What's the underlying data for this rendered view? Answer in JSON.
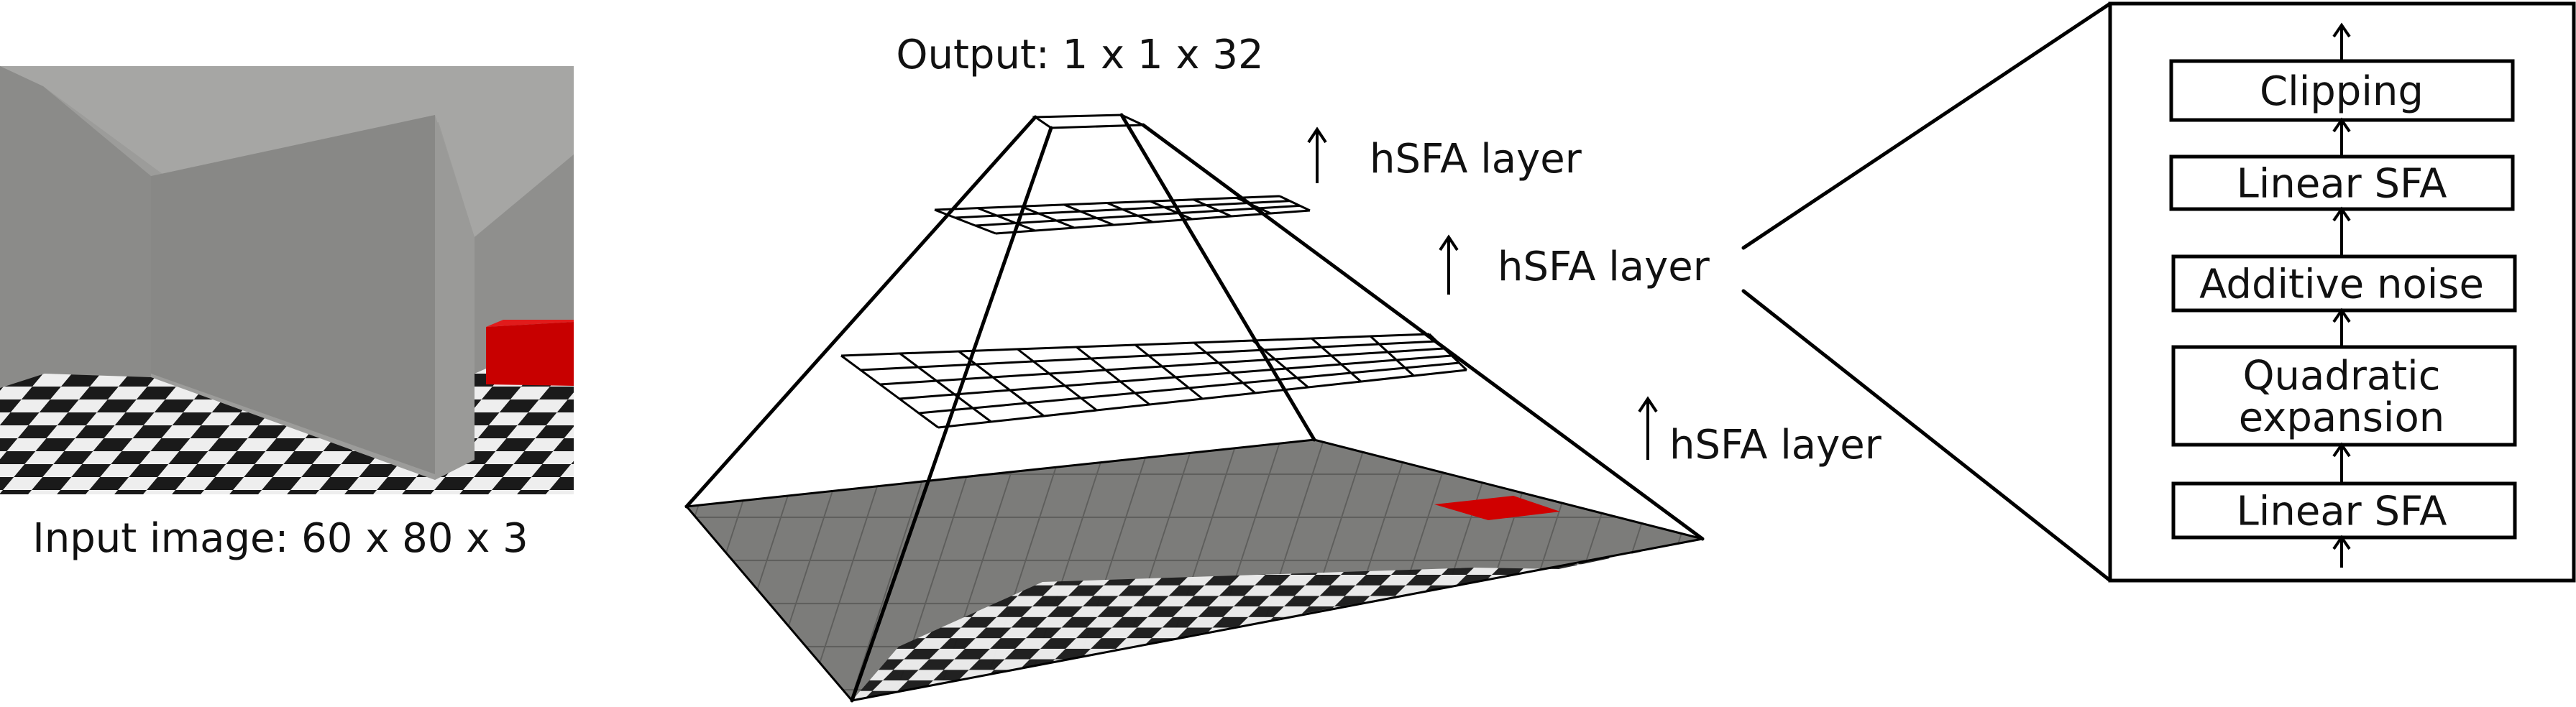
{
  "input": {
    "caption": "Input image: 60 x 80 x 3"
  },
  "pyramid": {
    "output_label": "Output: 1 x 1 x 32",
    "layer_labels": [
      "hSFA layer",
      "hSFA layer",
      "hSFA layer"
    ]
  },
  "node_detail": {
    "stages": [
      "Clipping",
      "Linear SFA",
      "Additive noise",
      "Quadratic\nexpansion",
      "Linear SFA"
    ],
    "stage_lines": [
      [
        "Clipping"
      ],
      [
        "Linear SFA"
      ],
      [
        "Additive noise"
      ],
      [
        "Quadratic",
        "expansion"
      ],
      [
        "Linear SFA"
      ]
    ]
  },
  "colors": {
    "wall": "#8a8a88",
    "ceiling": "#a4a4a2",
    "floor_dark": "#1a1a1a",
    "floor_light": "#eeeeee",
    "red_box": "#d00000",
    "line": "#000000"
  }
}
